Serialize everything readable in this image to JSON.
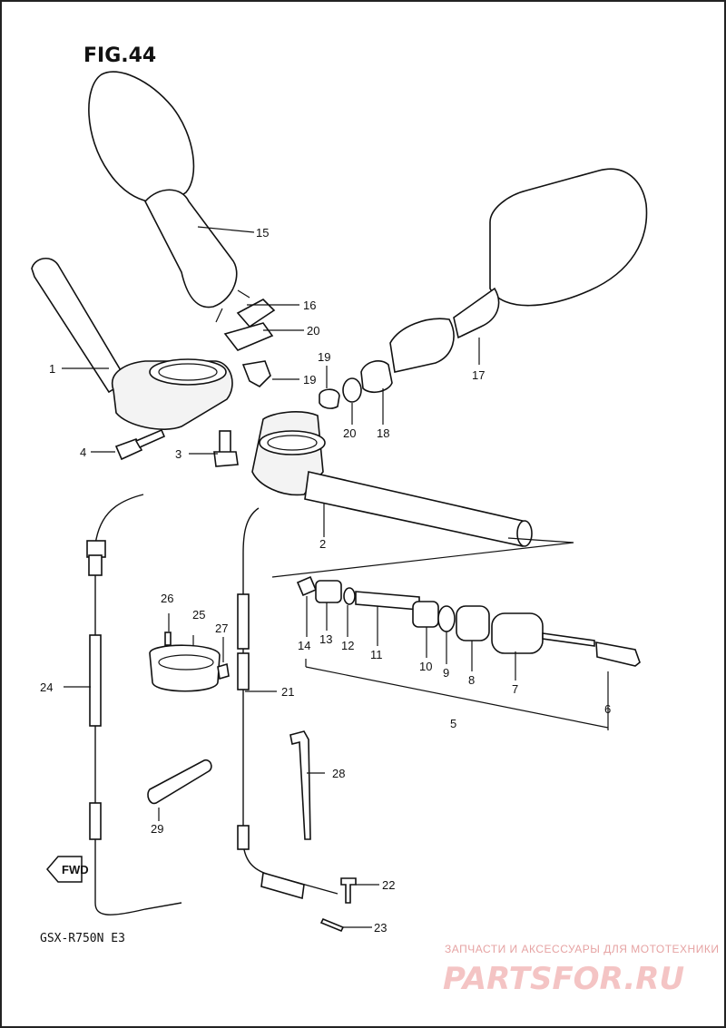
{
  "figure": {
    "title": "FIG.44",
    "model": "GSX-R750N E3",
    "fwd_label": "FWD"
  },
  "callouts": [
    "1",
    "2",
    "3",
    "4",
    "5",
    "6",
    "7",
    "8",
    "9",
    "10",
    "11",
    "12",
    "13",
    "14",
    "15",
    "16",
    "17",
    "18",
    "19",
    "20",
    "21",
    "22",
    "23",
    "24",
    "25",
    "26",
    "27",
    "28",
    "29"
  ],
  "watermark": {
    "caption": "ЗАПЧАСТИ И АКСЕССУАРЫ ДЛЯ МОТОТЕХНИКИ",
    "brand": "PARTSFOR.RU"
  }
}
